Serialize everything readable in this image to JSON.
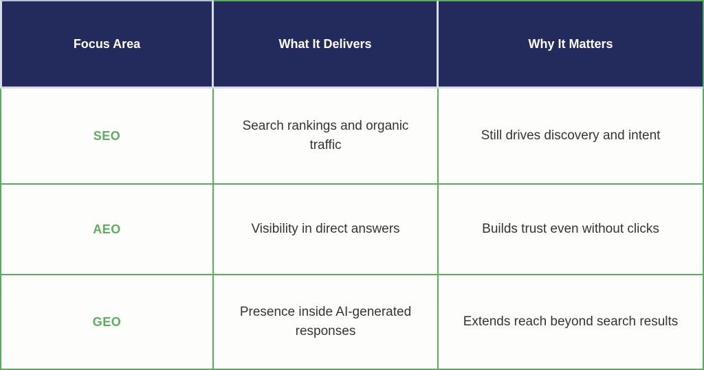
{
  "chart_data": {
    "type": "table",
    "columns": [
      "Focus Area",
      "What It Delivers",
      "Why It Matters"
    ],
    "rows": [
      [
        "SEO",
        "Search rankings and organic traffic",
        "Still drives discovery and intent"
      ],
      [
        "AEO",
        "Visibility in direct answers",
        "Builds trust even without clicks"
      ],
      [
        "GEO",
        "Presence inside AI-generated responses",
        "Extends reach beyond search results"
      ]
    ]
  },
  "colors": {
    "header_background": "#232b5c",
    "header_text": "#ffffff",
    "header_divider_light": "#d9dce9",
    "accent_green_text": "#5bae5f",
    "border_green": "#58ac5c",
    "body_background": "#fdfdfc",
    "body_text": "#343434"
  }
}
